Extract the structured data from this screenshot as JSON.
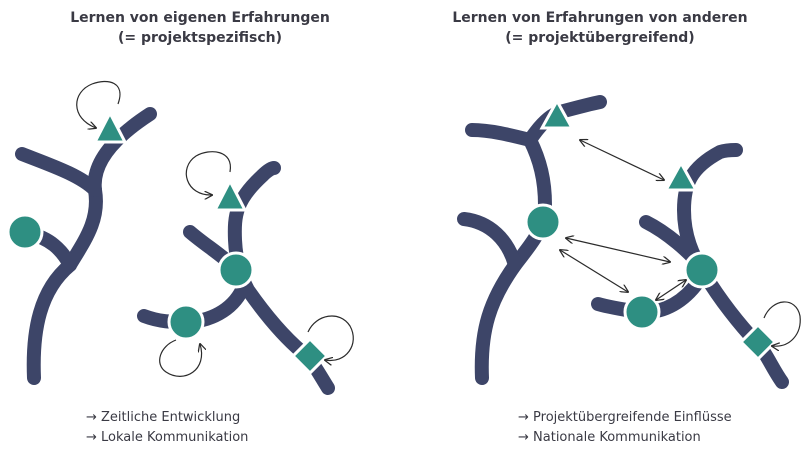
{
  "left": {
    "title": "Lernen von eigenen Erfahrungen",
    "subtitle": "(= projektspezifisch)",
    "captions": [
      "→ Zeitliche Entwicklung",
      "→ Lokale Kommunikation"
    ]
  },
  "right": {
    "title": "Lernen von Erfahrungen von anderen",
    "subtitle": "(= projektübergreifend)",
    "captions": [
      "→ Projektübergreifende Einflüsse",
      "→ Nationale Kommunikation"
    ]
  },
  "colors": {
    "branch": "#3d4568",
    "node": "#2e8f82",
    "arrow": "#2b2b2b"
  }
}
